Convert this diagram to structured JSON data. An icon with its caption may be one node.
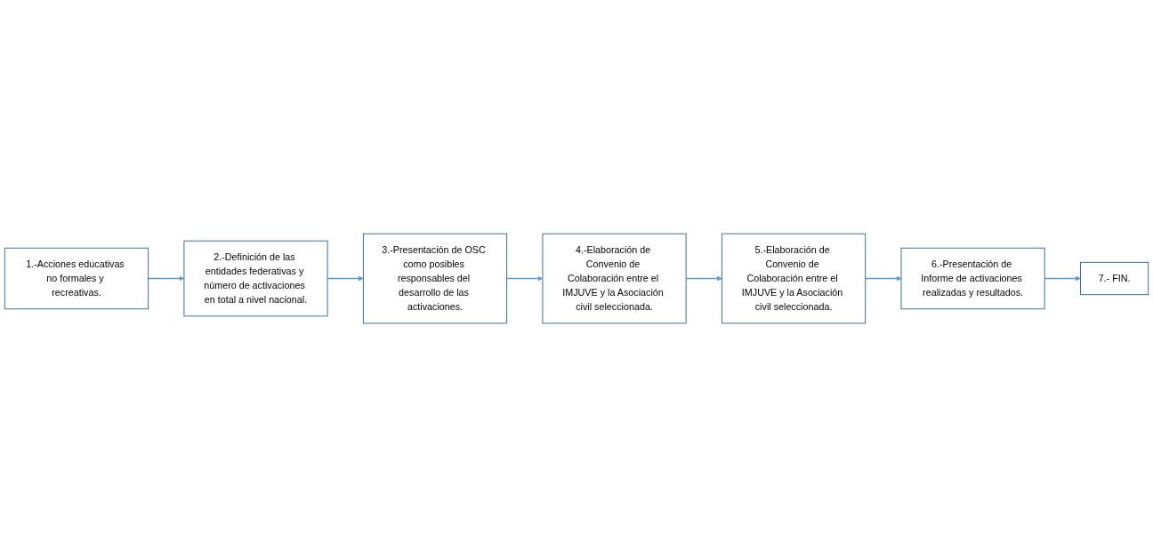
{
  "diagram": {
    "nodes": [
      {
        "text": [
          "1.-Acciones educativas no formales y recreativas."
        ]
      },
      {
        "text": [
          "2.-Definición de las entidades federativas y número de activaciones en total a nivel nacional."
        ]
      },
      {
        "text": [
          "3.-Presentación de OSC como posibles responsables del desarrollo de las activaciones."
        ]
      },
      {
        "text": [
          "4.-Elaboración de Convenio de Colaboración entre el IMJUVE y la Asociación civil seleccionada."
        ]
      },
      {
        "text": [
          "5.-Elaboración de Convenio de Colaboración entre el IMJUVE y la Asociación civil seleccionada."
        ]
      },
      {
        "text": [
          "6.-Presentación de Informe de activaciones realizadas y resultados."
        ]
      },
      {
        "text": [
          "7.- FIN."
        ]
      }
    ],
    "edges": [
      {
        "from": 0,
        "to": 1,
        "arrow": "to"
      },
      {
        "from": 1,
        "to": 2,
        "arrow": "to"
      },
      {
        "from": 2,
        "to": 3,
        "arrow": "to"
      },
      {
        "from": 3,
        "to": 4,
        "arrow": "to"
      },
      {
        "from": 4,
        "to": 5,
        "arrow": "to"
      },
      {
        "from": 5,
        "to": 6,
        "arrow": "to"
      }
    ]
  }
}
